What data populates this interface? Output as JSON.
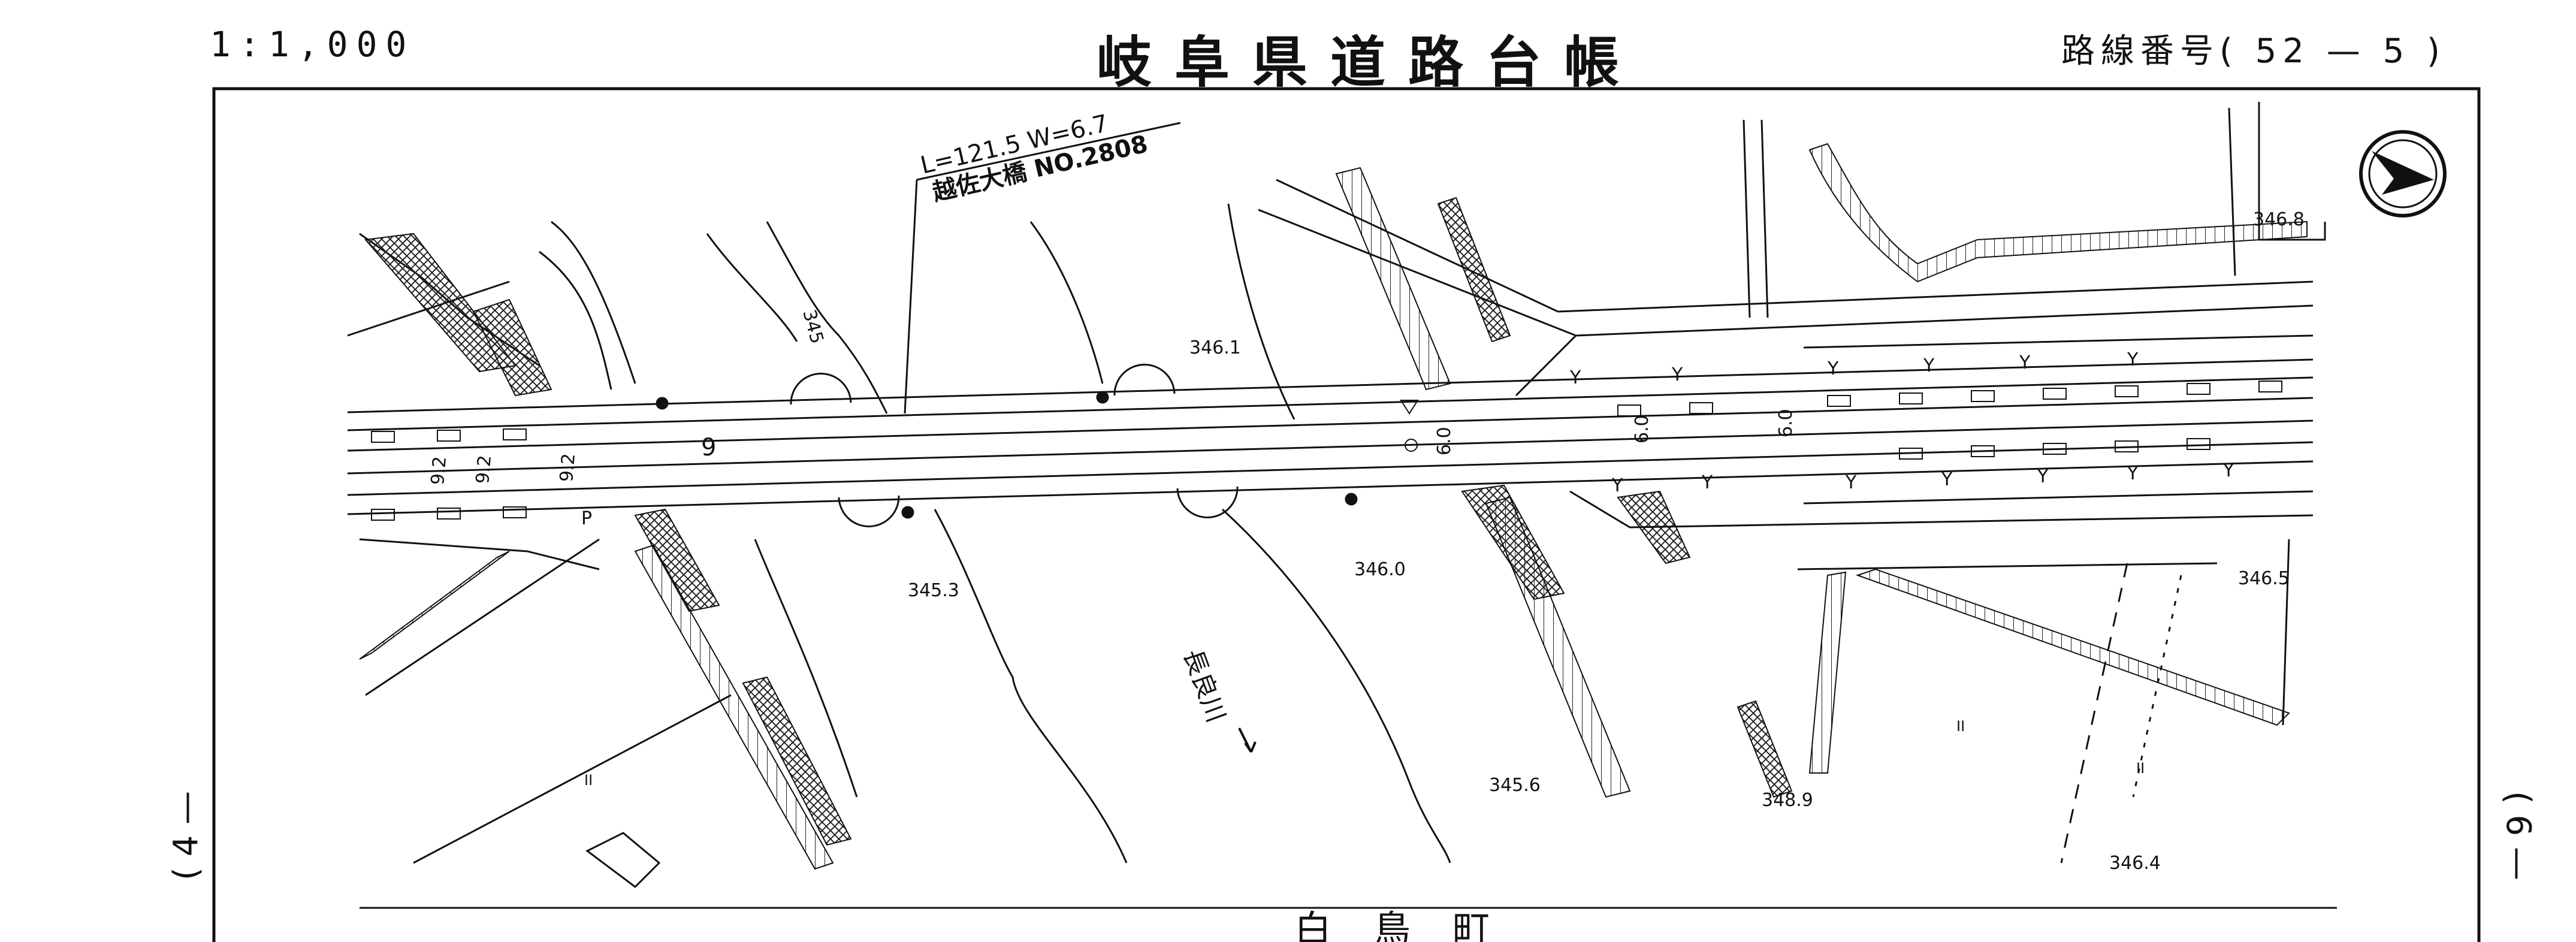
{
  "header": {
    "scale": "1:1,000",
    "title": "岐阜県道路台帳",
    "route_prefix": "路線番号(",
    "route_a": "52",
    "route_sep": "—",
    "route_b": "5",
    "route_suffix": ")"
  },
  "side_refs": {
    "left": "( 4 —",
    "right": "( 6 —"
  },
  "bridge": {
    "dims": "L=121.5  W=6.7",
    "name": "越佐大橋  NO.2808"
  },
  "river": {
    "name": "長良川"
  },
  "town": {
    "name": "白鳥町"
  },
  "spot_heights": [
    "346.1",
    "345.3",
    "346.0",
    "345.6",
    "346.8",
    "346.5",
    "348.9",
    "346.4"
  ],
  "contour_label": "345",
  "road_marks": {
    "station": "9",
    "width_left_1": "9.2",
    "width_left_2": "9.2",
    "width_left_3": "9.2",
    "width_mid": "6.0",
    "width_right_1": "6.0",
    "width_right_2": "6.0",
    "parking": "P"
  },
  "land_symbol": "II",
  "tree_symbol": "Y",
  "north_arrow": "north-arrow"
}
